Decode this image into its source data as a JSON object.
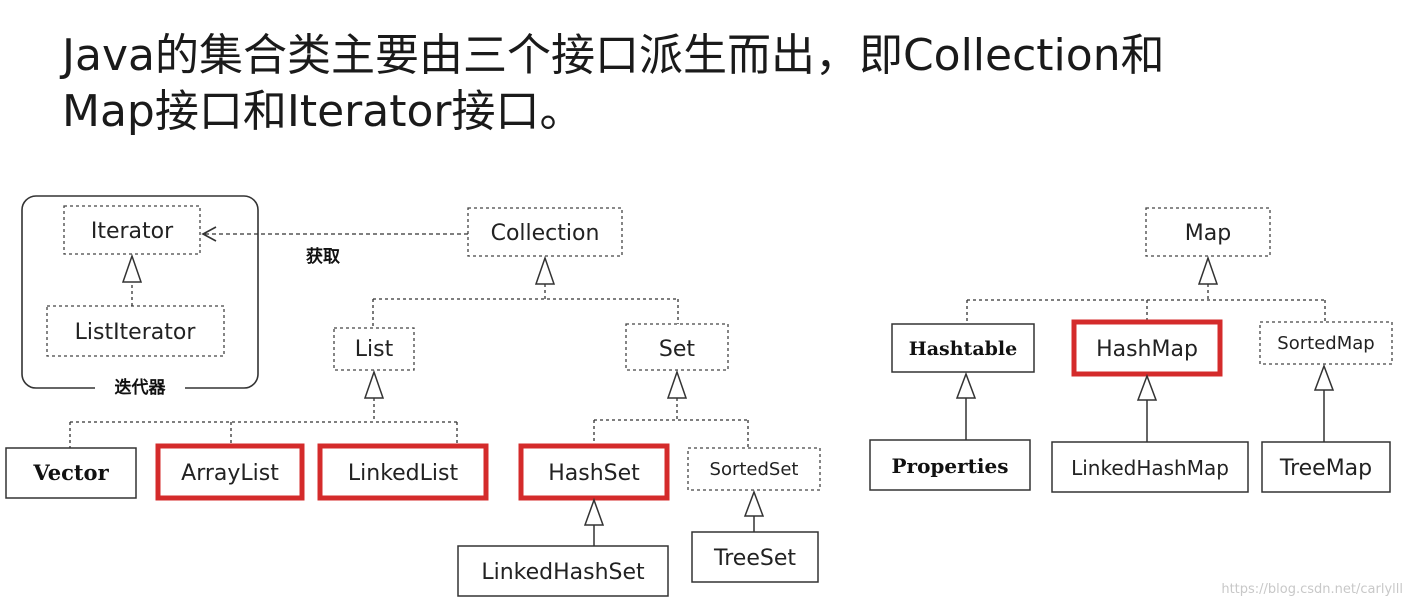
{
  "heading": {
    "line1": "Java的集合类主要由三个接口派生而出，即Collection和",
    "line2": "Map接口和Iterator接口。"
  },
  "iterator_group": {
    "label": "迭代器",
    "iterator": "Iterator",
    "list_iterator": "ListIterator"
  },
  "edge_label_obtain": "获取",
  "collection": {
    "root": "Collection",
    "list": "List",
    "set": "Set",
    "vector": "Vector",
    "array_list": "ArrayList",
    "linked_list": "LinkedList",
    "hash_set": "HashSet",
    "sorted_set": "SortedSet",
    "linked_hash_set": "LinkedHashSet",
    "tree_set": "TreeSet"
  },
  "map": {
    "root": "Map",
    "hashtable": "Hashtable",
    "hash_map": "HashMap",
    "sorted_map": "SortedMap",
    "properties": "Properties",
    "linked_hash_map": "LinkedHashMap",
    "tree_map": "TreeMap"
  },
  "highlight_color": "#d42b2b",
  "watermark": "https://blog.csdn.net/carlylll"
}
